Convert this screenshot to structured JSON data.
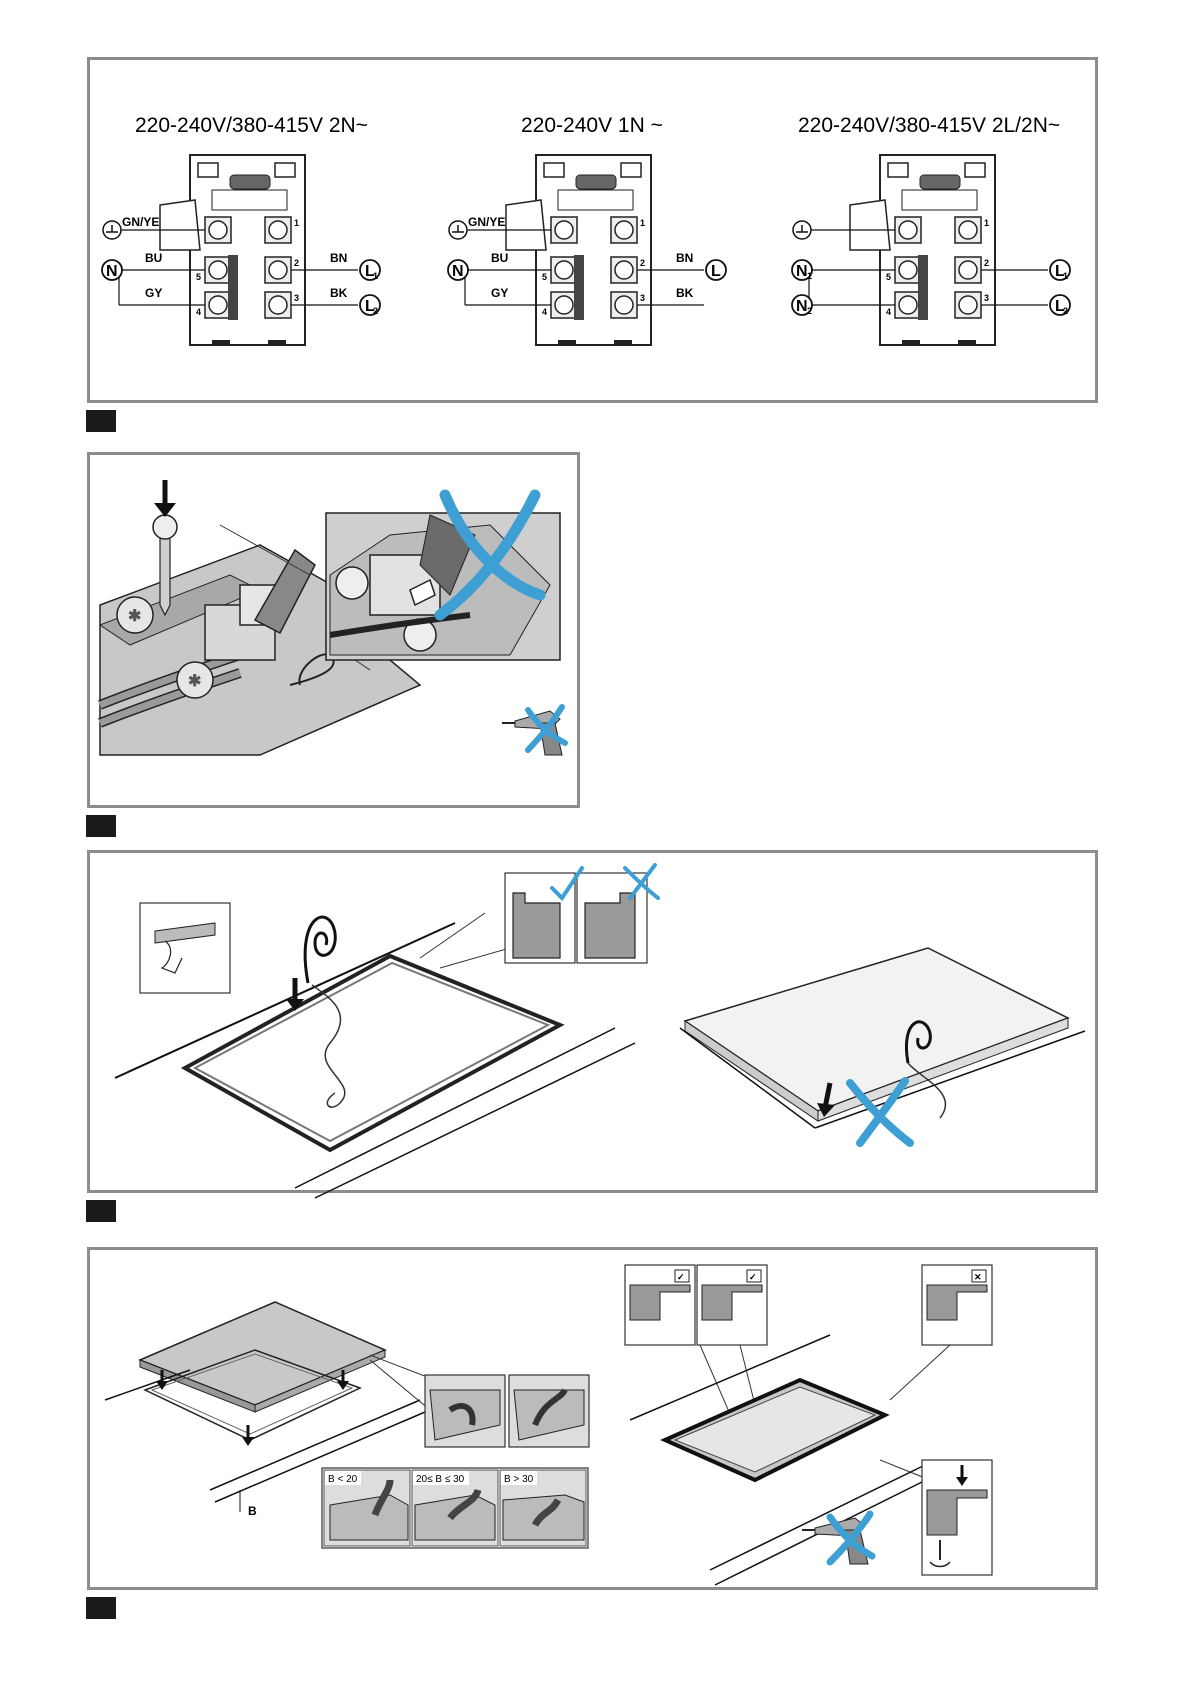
{
  "figure1": {
    "diagrams": [
      {
        "voltage": "220-240V/380-415V 2N~",
        "earth_label": "GN/YE",
        "left_labels": [
          "BU",
          "GY"
        ],
        "right_labels": [
          "BN",
          "BK"
        ],
        "left_terminals": [
          "N",
          ""
        ],
        "right_terminals": [
          "L",
          "L"
        ],
        "right_subs": [
          "1",
          "2"
        ],
        "left_subs": [
          "",
          ""
        ]
      },
      {
        "voltage": "220-240V 1N ~",
        "earth_label": "GN/YE",
        "left_labels": [
          "BU",
          "GY"
        ],
        "right_labels": [
          "BN",
          "BK"
        ],
        "left_terminals": [
          "N",
          ""
        ],
        "right_terminals": [
          "L",
          ""
        ],
        "right_subs": [
          "",
          ""
        ],
        "left_subs": [
          "",
          ""
        ]
      },
      {
        "voltage": "220-240V/380-415V 2L/2N~",
        "earth_label": "",
        "left_labels": [
          "",
          ""
        ],
        "right_labels": [
          "",
          ""
        ],
        "left_terminals": [
          "N",
          "N"
        ],
        "right_terminals": [
          "L",
          "L"
        ],
        "right_subs": [
          "1",
          "2"
        ],
        "left_subs": [
          "1",
          "2"
        ]
      }
    ],
    "terminal_numbers": [
      "1",
      "2",
      "3",
      "4",
      "5"
    ]
  },
  "figure4": {
    "b_label": "B",
    "ranges": [
      "B < 20",
      "20≤ B ≤ 30",
      "B > 30"
    ]
  },
  "colors": {
    "frame": "#8c8c8c",
    "accent_blue": "#3d9fd3",
    "fill_gray": "#bdbdbd",
    "dark_gray": "#555555"
  }
}
